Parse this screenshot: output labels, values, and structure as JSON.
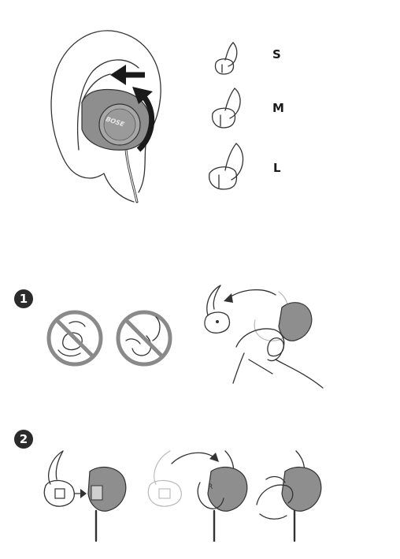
{
  "figure_top": {
    "brand_mark": "BOSE",
    "sizes": [
      {
        "label": "S"
      },
      {
        "label": "M"
      },
      {
        "label": "L"
      }
    ]
  },
  "steps": [
    {
      "number": "1"
    },
    {
      "number": "2"
    }
  ],
  "step2": {
    "side_mark": "R"
  },
  "colors": {
    "line": "#333333",
    "earbud_gray": "#8e8e8e",
    "light_outline": "#b9b9b9",
    "prohibit_gray": "#8a8a8a",
    "badge": "#2b2b2b"
  }
}
